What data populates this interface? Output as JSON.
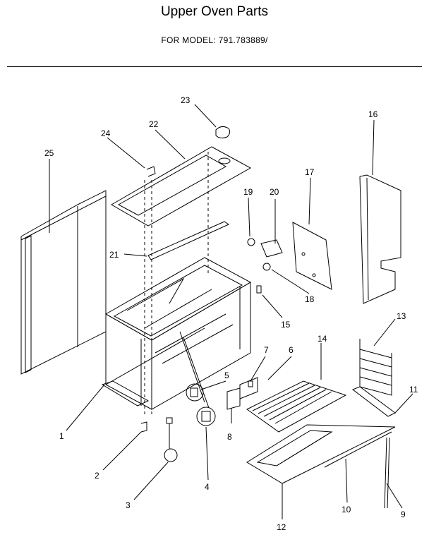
{
  "header": {
    "title": "Upper Oven Parts",
    "model_label": "FOR MODEL:",
    "model_number": "791.783889/"
  },
  "diagram": {
    "callouts": [
      "1",
      "2",
      "3",
      "4",
      "5",
      "6",
      "7",
      "8",
      "9",
      "10",
      "11",
      "12",
      "13",
      "14",
      "15",
      "16",
      "17",
      "18",
      "19",
      "20",
      "21",
      "22",
      "23",
      "24",
      "25"
    ]
  }
}
